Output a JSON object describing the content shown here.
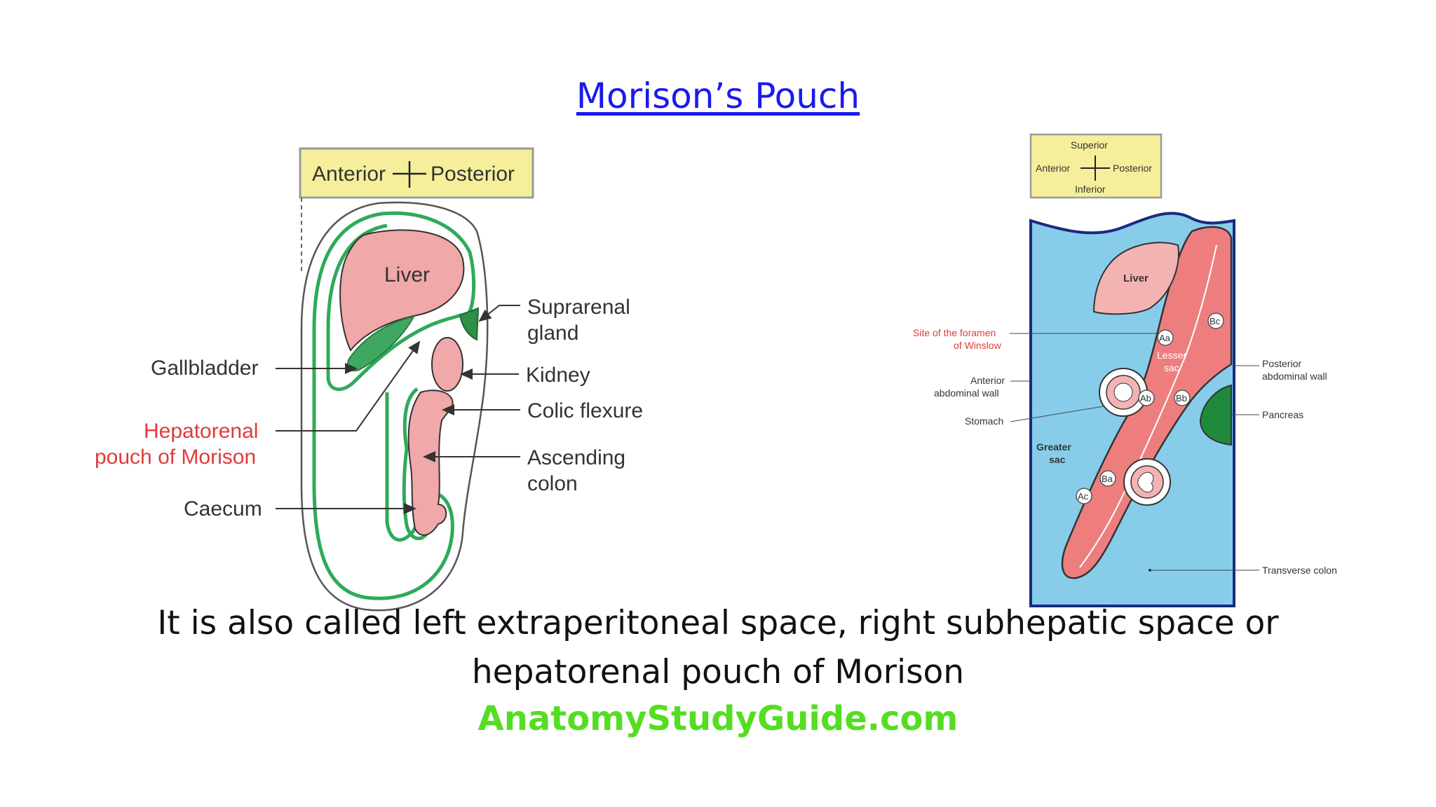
{
  "page": {
    "title": "Morison’s Pouch",
    "caption": "It is also called left extraperitoneal space, right subhepatic space or hepatorenal pouch of Morison",
    "brand": "AnatomyStudyGuide.com"
  },
  "colors": {
    "title_link": "#1a1aee",
    "brand": "#55dd22",
    "organ_pink": "#f0a8a8",
    "peritoneum_green": "#2eaa5a",
    "gland_green": "#2f8f45",
    "label_red": "#e23a3a",
    "orientation_box": "#f5ef9c",
    "greater_sac_blue": "#87cdea",
    "lesser_sac_red": "#ee7e7e"
  },
  "left_figure": {
    "orientation": {
      "anterior": "Anterior",
      "posterior": "Posterior"
    },
    "labels": {
      "liver": "Liver",
      "gallbladder": "Gallbladder",
      "hepatorenal_1": "Hepatorenal",
      "hepatorenal_2": "pouch of Morison",
      "caecum": "Caecum",
      "suprarenal_1": "Suprarenal",
      "suprarenal_2": "gland",
      "kidney": "Kidney",
      "colic_flexure": "Colic flexure",
      "ascending_1": "Ascending",
      "ascending_2": "colon"
    }
  },
  "right_figure": {
    "orientation": {
      "superior": "Superior",
      "anterior": "Anterior",
      "posterior": "Posterior",
      "inferior": "Inferior"
    },
    "labels": {
      "liver": "Liver",
      "foramen_1": "Site of the foramen",
      "foramen_2": "of Winslow",
      "anterior_wall_1": "Anterior",
      "anterior_wall_2": "abdominal wall",
      "stomach": "Stomach",
      "greater_sac_1": "Greater",
      "greater_sac_2": "sac",
      "lesser_sac_1": "Lesser",
      "lesser_sac_2": "sac",
      "posterior_wall_1": "Posterior",
      "posterior_wall_2": "abdominal wall",
      "pancreas": "Pancreas",
      "transverse_colon": "Transverse colon"
    },
    "markers": {
      "aa": "Aa",
      "ab": "Ab",
      "ac": "Ac",
      "ba": "Ba",
      "bb": "Bb",
      "bc": "Bc"
    }
  }
}
